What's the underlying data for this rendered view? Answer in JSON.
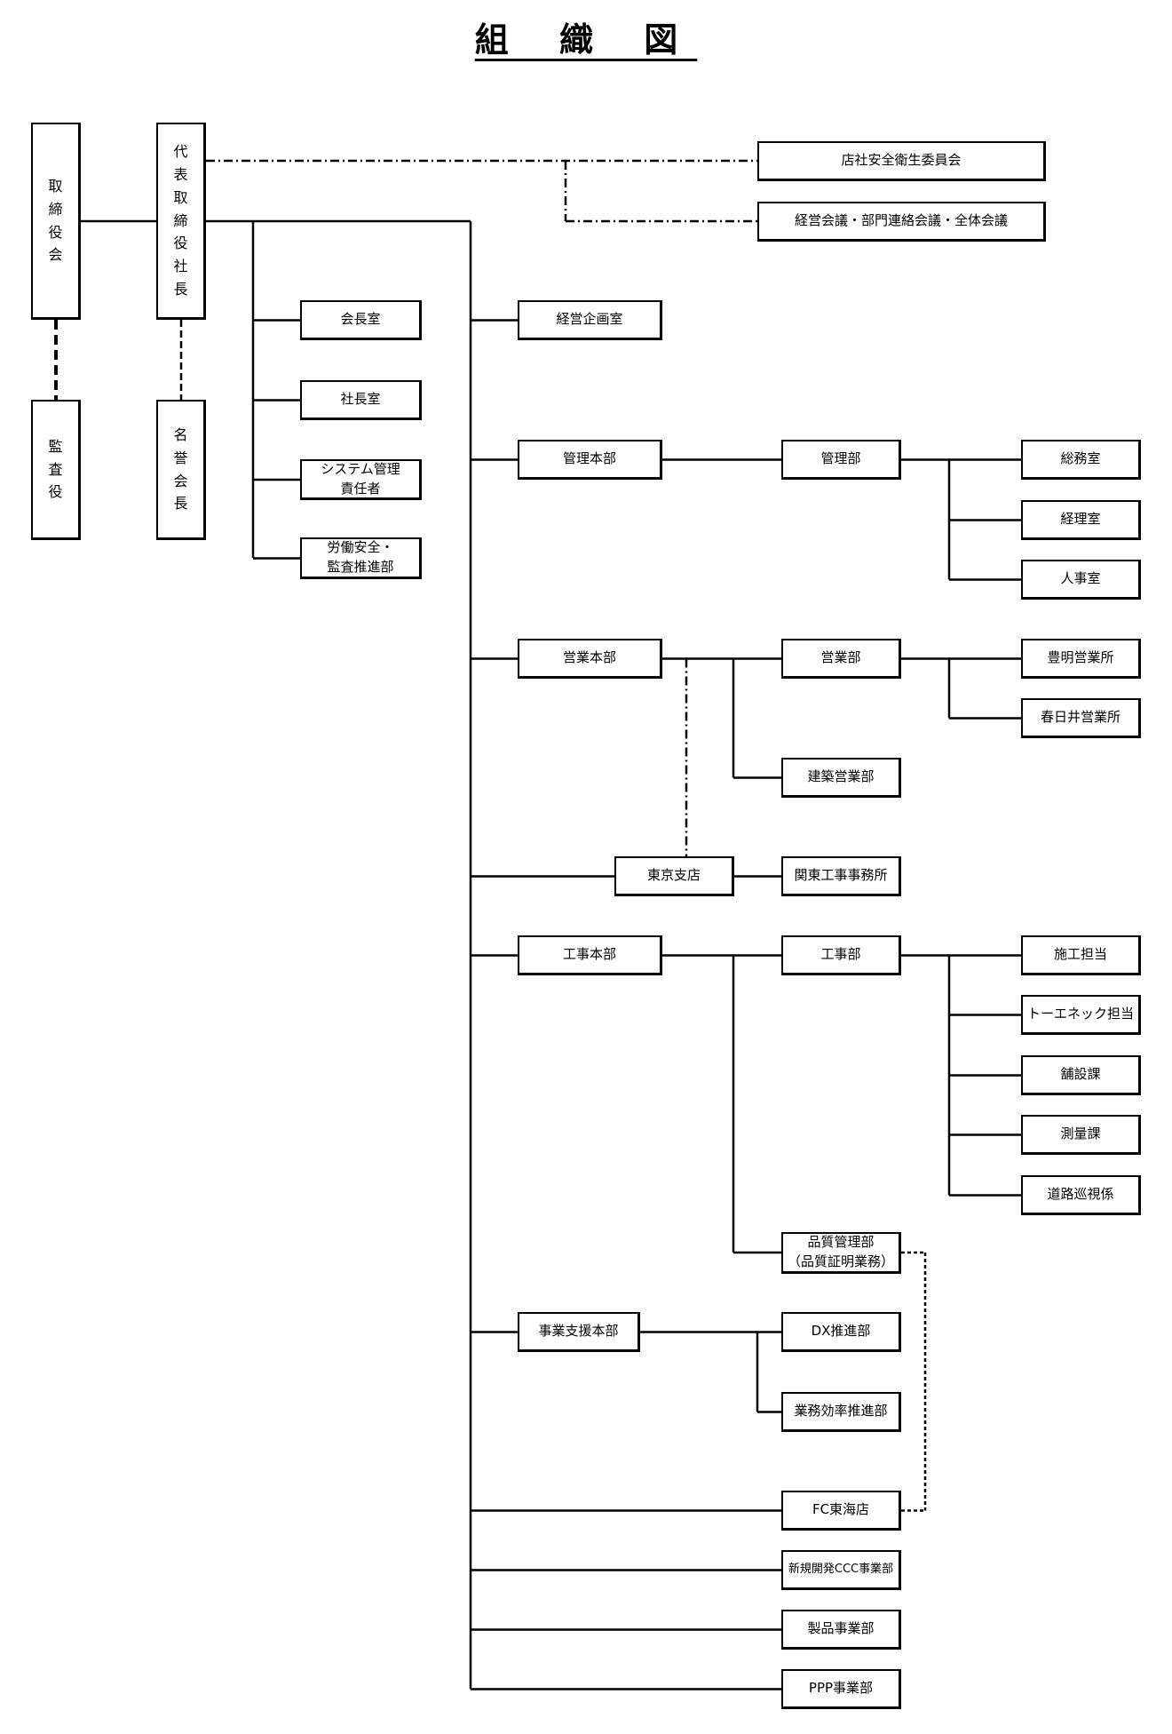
{
  "title": "組 織 図",
  "chart": {
    "nodes": {
      "board": "取\n締\n役\n会",
      "auditor": "監\n査\n役",
      "president": "代\n表\n取\n締\n役\n社\n長",
      "honorary_chair": "名\n誉\n会\n長",
      "safety_committee": "店社安全衛生委員会",
      "meetings": "経営会議・部門連絡会議・全体会議",
      "chairman_office": "会長室",
      "president_office": "社長室",
      "system_manager": "システム管理\n責任者",
      "labor_safety": "労働安全・\n監査推進部",
      "mgmt_planning": "経営企画室",
      "admin_hq": "管理本部",
      "admin_dept": "管理部",
      "general_affairs": "総務室",
      "accounting": "経理室",
      "hr": "人事室",
      "sales_hq": "営業本部",
      "sales_dept": "営業部",
      "toyoake": "豊明営業所",
      "kasugai": "春日井営業所",
      "arch_sales": "建築営業部",
      "tokyo_branch": "東京支店",
      "kanto_office": "関東工事事務所",
      "construction_hq": "工事本部",
      "construction_dept": "工事部",
      "site_mgmt": "施工担当",
      "toenec": "トーエネック担当",
      "paving": "舗設課",
      "survey": "測量課",
      "patrol": "道路巡視係",
      "quality": "品質管理部\n（品質証明業務）",
      "biz_support_hq": "事業支援本部",
      "dx": "DX推進部",
      "efficiency": "業務効率推進部",
      "fc_tokai": "FC東海店",
      "new_ccc": "新規開発CCC事業部",
      "products": "製品事業部",
      "ppp": "PPP事業部"
    },
    "solid_links": [
      [
        "board",
        "president"
      ],
      [
        "president",
        "chairman_office"
      ],
      [
        "president",
        "president_office"
      ],
      [
        "president",
        "system_manager"
      ],
      [
        "president",
        "labor_safety"
      ],
      [
        "president",
        "mgmt_planning"
      ],
      [
        "president",
        "admin_hq"
      ],
      [
        "president",
        "sales_hq"
      ],
      [
        "president",
        "tokyo_branch"
      ],
      [
        "president",
        "construction_hq"
      ],
      [
        "president",
        "biz_support_hq"
      ],
      [
        "president",
        "fc_tokai"
      ],
      [
        "president",
        "new_ccc"
      ],
      [
        "president",
        "products"
      ],
      [
        "president",
        "ppp"
      ],
      [
        "admin_hq",
        "admin_dept"
      ],
      [
        "admin_dept",
        "general_affairs"
      ],
      [
        "admin_dept",
        "accounting"
      ],
      [
        "admin_dept",
        "hr"
      ],
      [
        "sales_hq",
        "sales_dept"
      ],
      [
        "sales_hq",
        "arch_sales"
      ],
      [
        "sales_dept",
        "toyoake"
      ],
      [
        "sales_dept",
        "kasugai"
      ],
      [
        "tokyo_branch",
        "kanto_office"
      ],
      [
        "construction_hq",
        "construction_dept"
      ],
      [
        "construction_hq",
        "quality"
      ],
      [
        "construction_dept",
        "site_mgmt"
      ],
      [
        "construction_dept",
        "toenec"
      ],
      [
        "construction_dept",
        "paving"
      ],
      [
        "construction_dept",
        "survey"
      ],
      [
        "construction_dept",
        "patrol"
      ],
      [
        "biz_support_hq",
        "dx"
      ],
      [
        "biz_support_hq",
        "efficiency"
      ]
    ],
    "dashed_links": [
      [
        "board",
        "auditor"
      ],
      [
        "president",
        "honorary_chair"
      ],
      [
        "president",
        "safety_committee"
      ],
      [
        "president",
        "meetings"
      ],
      [
        "sales_hq",
        "tokyo_branch"
      ],
      [
        "quality",
        "fc_tokai"
      ]
    ]
  }
}
